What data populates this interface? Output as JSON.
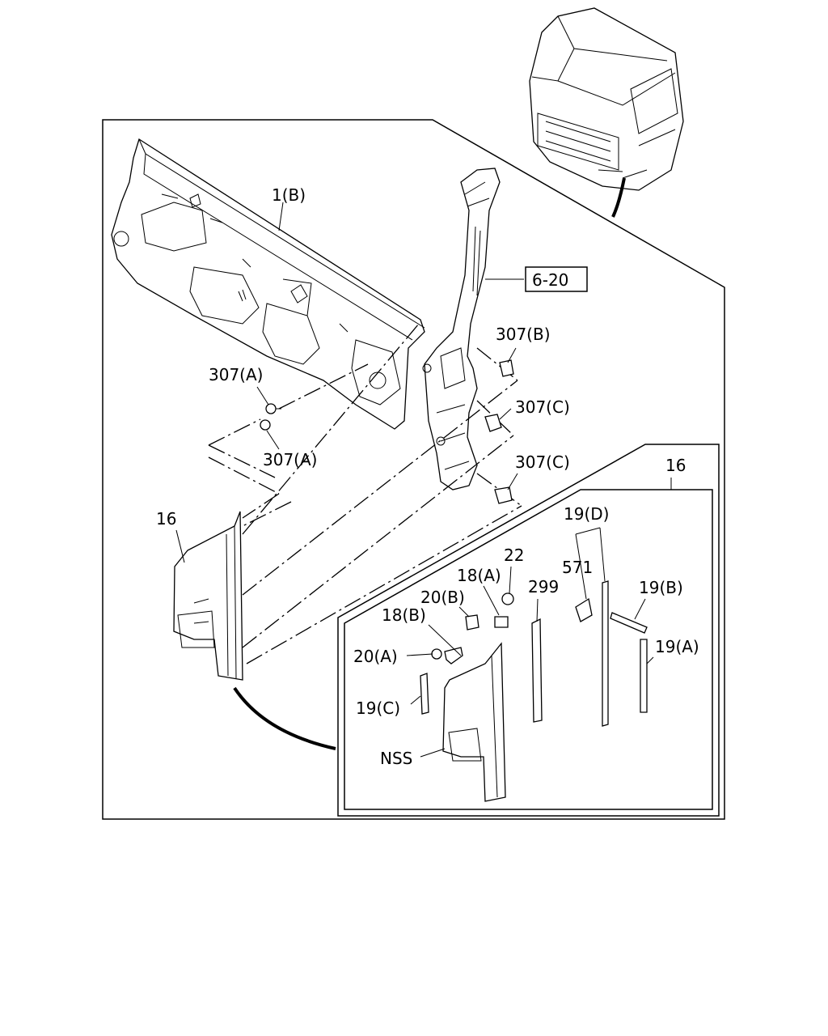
{
  "labels": {
    "cowl_panel": "1(B)",
    "pillar_ref": "6-20",
    "clip_307b": "307(B)",
    "clip_307a_top": "307(A)",
    "clip_307a_bottom": "307(A)",
    "clip_307c_top": "307(C)",
    "clip_307c_bottom": "307(C)",
    "cover_16_main": "16",
    "cover_16_detail": "16",
    "part_19d": "19(D)",
    "part_22": "22",
    "part_18a": "18(A)",
    "part_571": "571",
    "part_299": "299",
    "part_20b": "20(B)",
    "part_19b": "19(B)",
    "part_18b": "18(B)",
    "part_19a": "19(A)",
    "part_20a": "20(A)",
    "part_19c": "19(C)",
    "nss": "NSS"
  }
}
